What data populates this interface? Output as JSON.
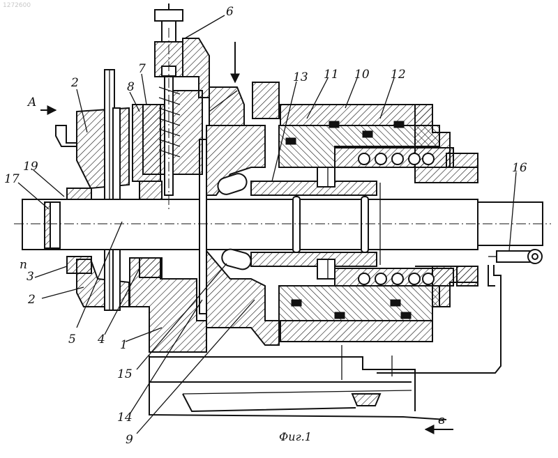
{
  "watermark": "1272600",
  "caption": "Фиг.1",
  "views": {
    "a": "A",
    "b": "в",
    "n": "п"
  },
  "labels": {
    "l1": "1",
    "l2a": "2",
    "l2b": "2",
    "l3": "3",
    "l4": "4",
    "l5": "5",
    "l6": "6",
    "l7": "7",
    "l8": "8",
    "l9": "9",
    "l10": "10",
    "l11": "11",
    "l12": "12",
    "l13": "13",
    "l14": "14",
    "l15": "15",
    "l16": "16",
    "l17": "17",
    "l19": "19"
  }
}
